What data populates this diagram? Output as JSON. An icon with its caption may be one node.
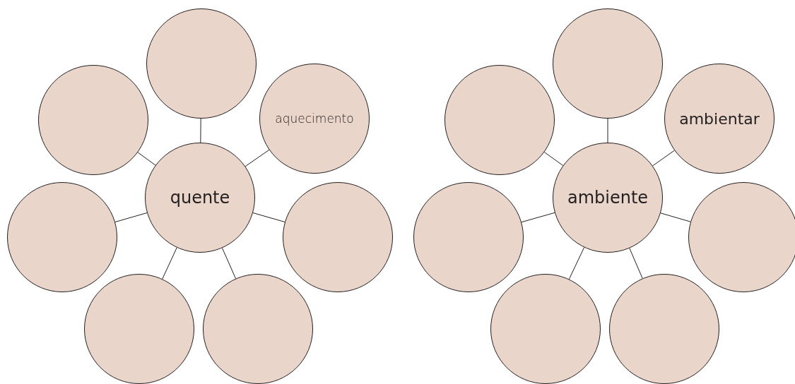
{
  "diagram": {
    "nodes": [
      {
        "text": [
          "quente"
        ]
      },
      {
        "text": [],
        "shape": "circle"
      },
      {
        "text": [],
        "shape": "circle"
      },
      {
        "text": [
          "aquecimento"
        ]
      },
      {
        "text": [],
        "shape": "circle"
      },
      {
        "text": [],
        "shape": "circle"
      },
      {
        "text": [],
        "shape": "circle"
      },
      {
        "text": [],
        "shape": "circle"
      },
      {
        "text": [
          "ambiente"
        ]
      },
      {
        "text": [],
        "shape": "circle"
      },
      {
        "text": [],
        "shape": "circle"
      },
      {
        "text": [
          "ambientar"
        ]
      },
      {
        "text": [],
        "shape": "circle"
      },
      {
        "text": [],
        "shape": "circle"
      },
      {
        "text": [],
        "shape": "circle"
      },
      {
        "text": [],
        "shape": "circle"
      }
    ],
    "edges": [
      {
        "from": 0,
        "to": 1,
        "arrow": "none"
      },
      {
        "from": 0,
        "to": 2,
        "arrow": "none"
      },
      {
        "from": 0,
        "to": 3,
        "arrow": "none"
      },
      {
        "from": 0,
        "to": 4,
        "arrow": "none"
      },
      {
        "from": 0,
        "to": 5,
        "arrow": "none"
      },
      {
        "from": 0,
        "to": 6,
        "arrow": "none"
      },
      {
        "from": 0,
        "to": 7,
        "arrow": "none"
      },
      {
        "from": 8,
        "to": 9,
        "arrow": "none"
      },
      {
        "from": 8,
        "to": 10,
        "arrow": "none"
      },
      {
        "from": 8,
        "to": 11,
        "arrow": "none"
      },
      {
        "from": 8,
        "to": 12,
        "arrow": "none"
      },
      {
        "from": 8,
        "to": 13,
        "arrow": "none"
      },
      {
        "from": 8,
        "to": 14,
        "arrow": "none"
      },
      {
        "from": 8,
        "to": 15,
        "arrow": "none"
      }
    ]
  }
}
